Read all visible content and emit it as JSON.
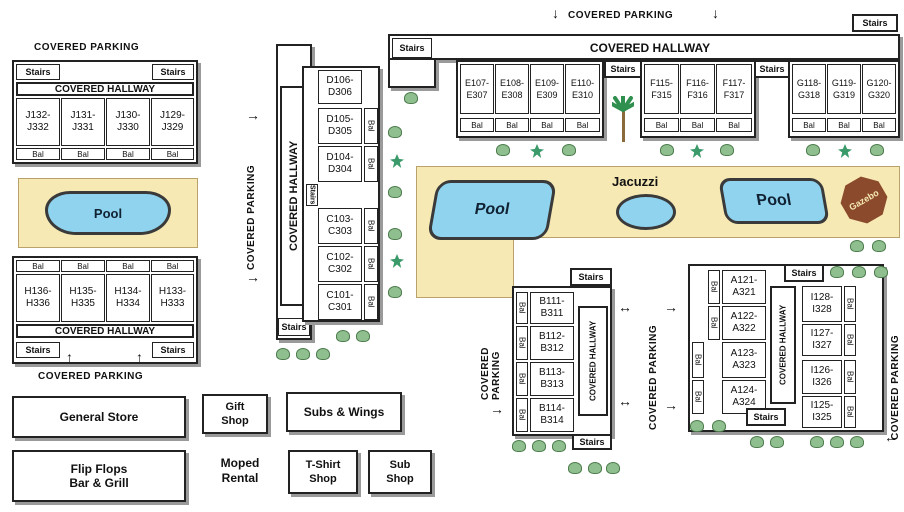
{
  "parking": {
    "top_left": "COVERED PARKING",
    "top_center": "COVERED PARKING",
    "bottom_left": "COVERED PARKING",
    "left_vertical": "COVERED PARKING",
    "b_left_vertical": "COVERED PARKING",
    "a_left_vertical": "COVERED PARKING",
    "right_vertical": "COVERED PARKING"
  },
  "hallways": {
    "top": "COVERED HALLWAY",
    "j_building": "COVERED HALLWAY",
    "h_building": "COVERED HALLWAY",
    "left_vertical": "COVERED HALLWAY",
    "b_vertical": "COVERED HALLWAY",
    "a_vertical": "COVERED HALLWAY"
  },
  "stairs_label": "Stairs",
  "balcony_label": "Bal",
  "j_units": [
    "J132-\nJ332",
    "J131-\nJ331",
    "J130-\nJ330",
    "J129-\nJ329"
  ],
  "h_units": [
    "H136-\nH336",
    "H135-\nH335",
    "H134-\nH334",
    "H133-\nH333"
  ],
  "d_units": [
    "D106-\nD306",
    "D105-\nD305",
    "D104-\nD304"
  ],
  "c_units": [
    "C103-\nC303",
    "C102-\nC302",
    "C101-\nC301"
  ],
  "e_units": [
    "E107-\nE307",
    "E108-\nE308",
    "E109-\nE309",
    "E110-\nE310"
  ],
  "f_units": [
    "F115-\nF315",
    "F116-\nF316",
    "F117-\nF317"
  ],
  "g_units": [
    "G118-\nG318",
    "G119-\nG319",
    "G120-\nG320"
  ],
  "b_units": [
    "B111-\nB311",
    "B112-\nB312",
    "B113-\nB313",
    "B114-\nB314"
  ],
  "a_units": [
    "A121-\nA321",
    "A122-\nA322",
    "A123-\nA323",
    "A124-\nA324"
  ],
  "i_units": [
    "I128-\nI328",
    "I127-\nI327",
    "I126-\nI326",
    "I125-\nI325"
  ],
  "pools": {
    "left": "Pool",
    "center_left": "Pool",
    "right": "Pool",
    "jacuzzi": "Jacuzzi",
    "gazebo": "Gazebo"
  },
  "shops": {
    "general_store": "General Store",
    "gift_shop": "Gift\nShop",
    "subs_wings": "Subs & Wings",
    "flip_flops": "Flip Flops\nBar & Grill",
    "moped": "Moped\nRental",
    "tshirt": "T-Shirt\nShop",
    "sub_shop": "Sub\nShop"
  },
  "colors": {
    "pool_water": "#8fd3ef",
    "pool_deck": "#f6e9b4",
    "gazebo": "#8b4a2b",
    "shrub": "#8fbf8f"
  }
}
